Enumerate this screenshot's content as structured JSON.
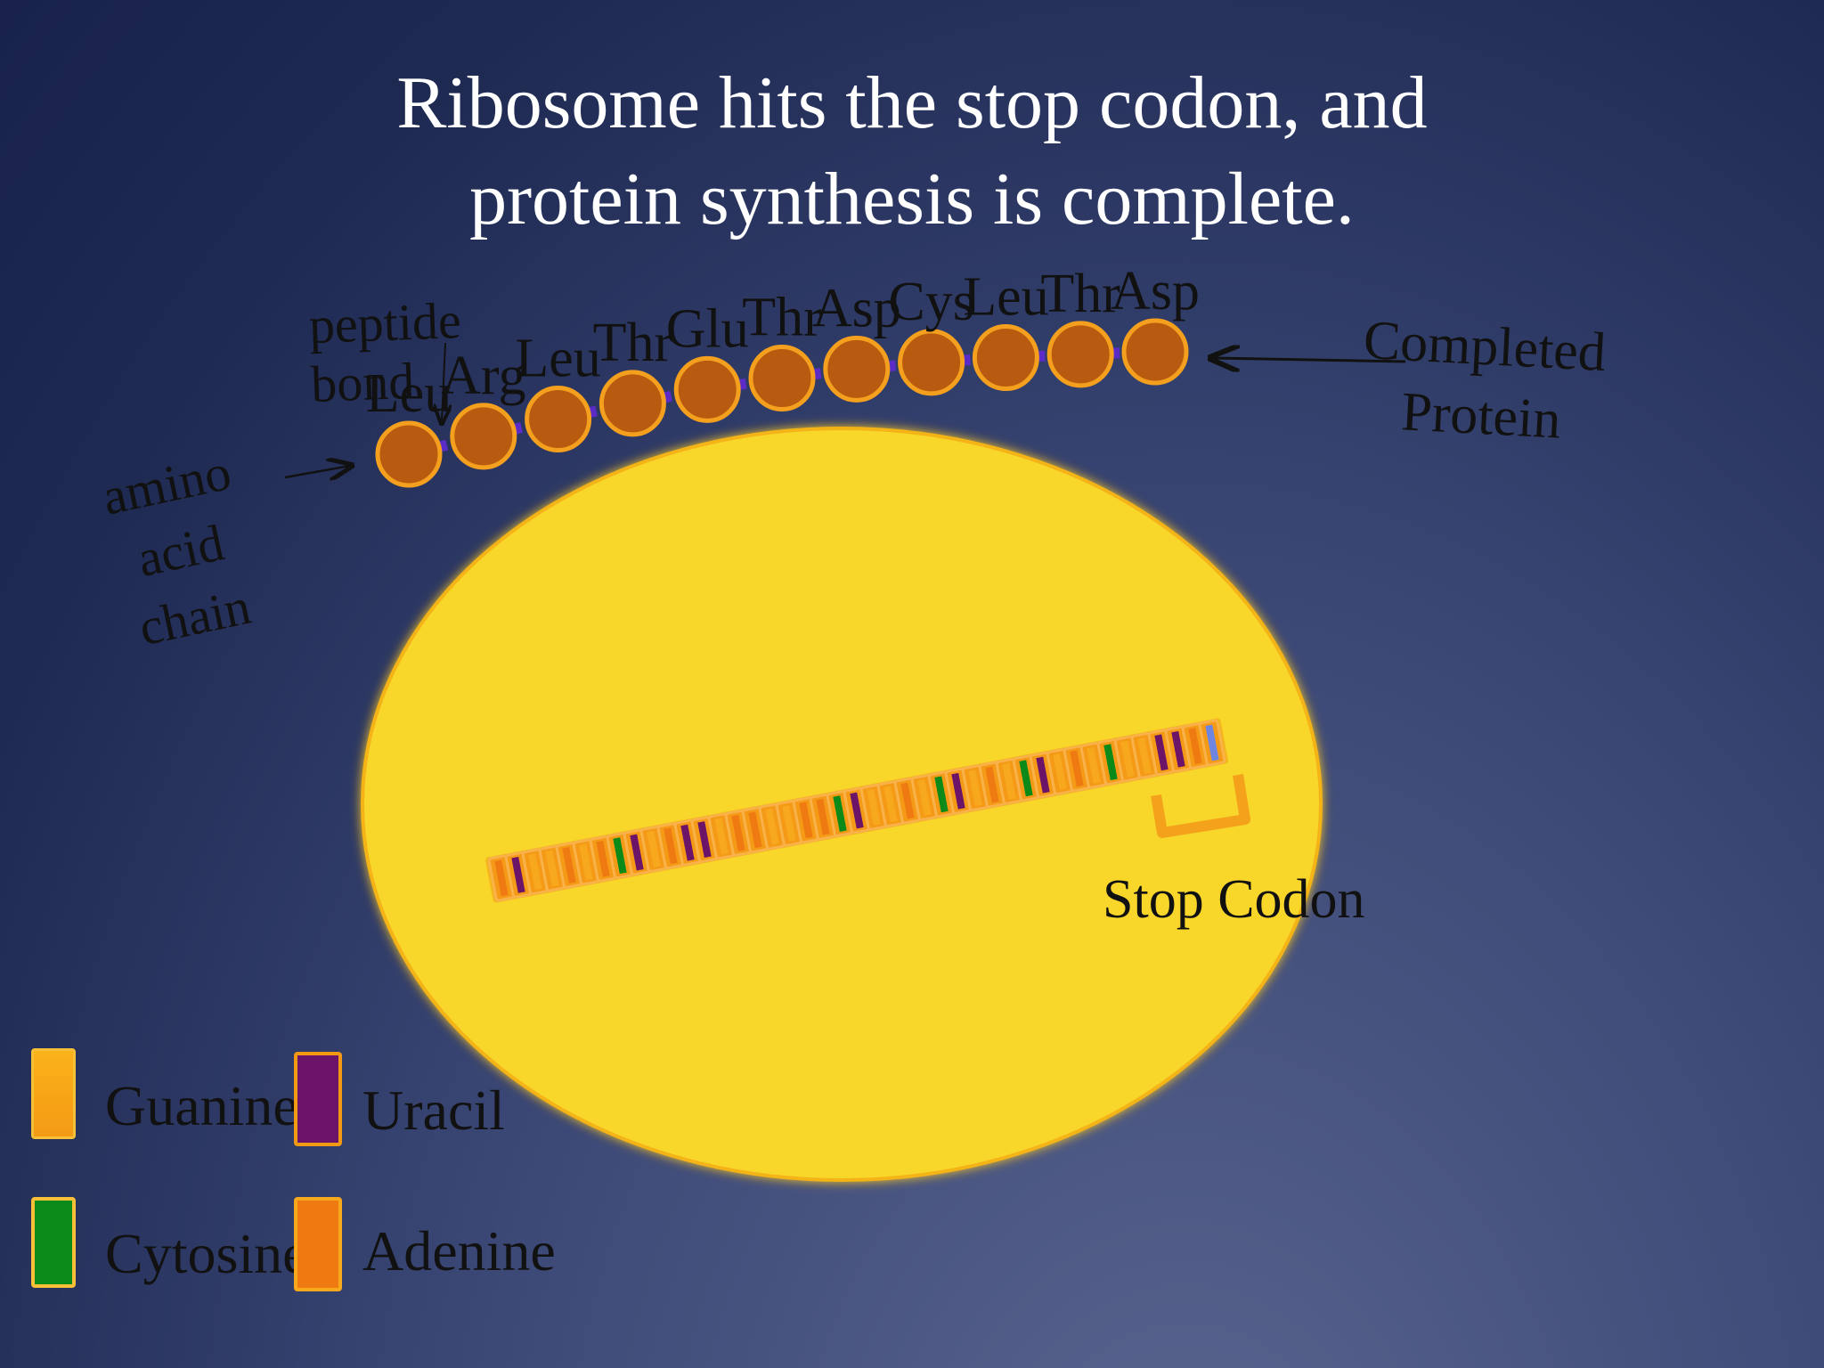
{
  "slide": {
    "title_line1": "Ribosome hits the stop codon, and",
    "title_line2": "protein synthesis is complete."
  },
  "labels": {
    "peptide_bond": [
      "peptide",
      "bond"
    ],
    "amino_acid_chain": [
      "amino",
      "acid",
      "chain"
    ],
    "completed_protein": [
      "Completed",
      "Protein"
    ],
    "stop_codon": "Stop Codon"
  },
  "amino_acids": [
    "Leu",
    "Arg",
    "Leu",
    "Thr",
    "Glu",
    "Thr",
    "Asp",
    "Cys",
    "Leu",
    "Thr",
    "Asp"
  ],
  "mrna_bases": [
    "A",
    "U",
    "G",
    "G",
    "A",
    "G",
    "A",
    "C",
    "U",
    "G",
    "A",
    "U",
    "U",
    "G",
    "A",
    "A",
    "G",
    "G",
    "A",
    "A",
    "C",
    "U",
    "G",
    "G",
    "A",
    "G",
    "C",
    "U",
    "G",
    "A",
    "G",
    "C",
    "U",
    "G",
    "A",
    "G",
    "C",
    "G",
    "G",
    "U",
    "U",
    "A",
    "stop"
  ],
  "legend": [
    {
      "name": "Guanine",
      "color": "#f7a81c"
    },
    {
      "name": "Uracil",
      "color": "#6b1468"
    },
    {
      "name": "Cytosine",
      "color": "#0b8a1a"
    },
    {
      "name": "Adenine",
      "color": "#ef7a12"
    }
  ],
  "colors": {
    "ribosome": "#f8d62a",
    "amino_acid": "#b85a10",
    "amino_acid_border": "#f4a01e",
    "peptide_bond": "#5a2bc6",
    "stop_base": "#6f86e0"
  }
}
